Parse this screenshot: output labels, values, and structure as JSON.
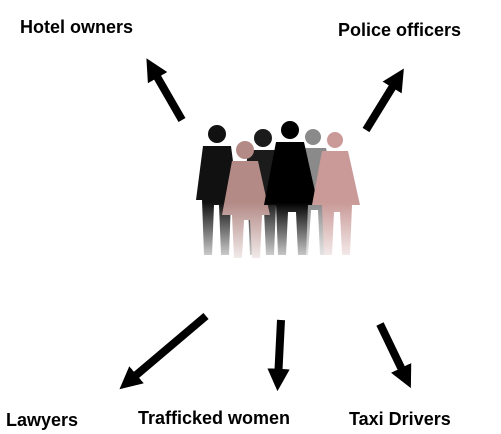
{
  "diagram": {
    "center_figure": "group-of-people-icon",
    "nodes": [
      {
        "id": "hotel",
        "label": "Hotel owners"
      },
      {
        "id": "police",
        "label": "Police officers"
      },
      {
        "id": "lawyers",
        "label": "Lawyers"
      },
      {
        "id": "trafficked",
        "label": "Trafficked women"
      },
      {
        "id": "taxi",
        "label": "Taxi Drivers"
      }
    ],
    "arrow_color": "#000000"
  }
}
